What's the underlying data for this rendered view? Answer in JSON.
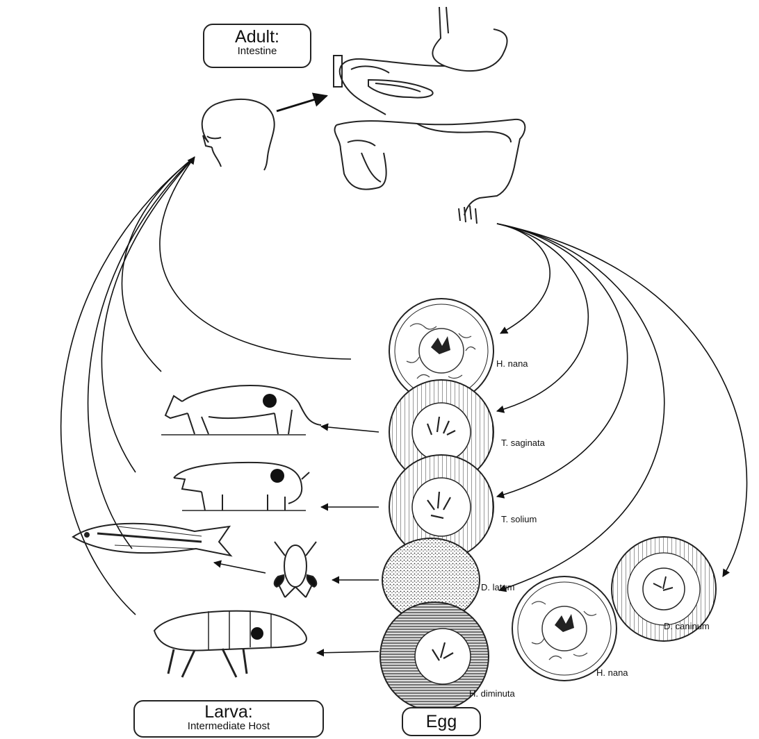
{
  "boxes": {
    "adult": {
      "title": "Adult:",
      "subtitle": "Intestine"
    },
    "larva": {
      "title": "Larva:",
      "subtitle": "Intermediate Host"
    },
    "egg": {
      "title": "Egg"
    }
  },
  "eggs": [
    {
      "id": "h-nana-1",
      "label": "H. nana"
    },
    {
      "id": "t-saginata",
      "label": "T. saginata"
    },
    {
      "id": "t-solium",
      "label": "T. solium"
    },
    {
      "id": "d-latum",
      "label": "D. latum"
    },
    {
      "id": "d-caninum",
      "label": "D. caninum"
    },
    {
      "id": "h-nana-2",
      "label": "H. nana"
    },
    {
      "id": "h-diminuta",
      "label": "H. diminuta"
    }
  ]
}
